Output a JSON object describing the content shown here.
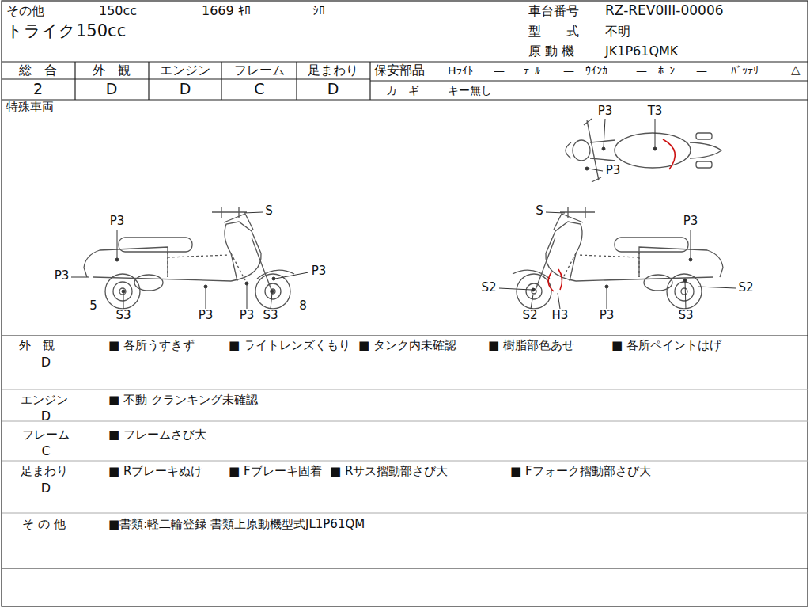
{
  "diagram": {
    "labels": [
      "その他",
      "150cc",
      "1669 ｷﾛ",
      "ｼﾛ",
      "トライク150cc",
      "車台番号",
      "RZ-REV0III-00006",
      "型　　式",
      "不明",
      "原 動 機",
      "JK1P61QMK",
      "総　合",
      "2",
      "外　観",
      "D",
      "エンジン",
      "D",
      "フレーム",
      "C",
      "足まわり",
      "D",
      "保安部品",
      "Hﾗｲﾄ",
      "—",
      "ﾃｰﾙ",
      "—",
      "ｳｲﾝｶｰ",
      "—",
      "ﾎｰﾝ",
      "—",
      "ﾊﾞｯﾃﾘｰ",
      "△",
      "カ　ギ",
      "キー無し",
      "特殊車両",
      "P3",
      "T3",
      "P3",
      "S",
      "P3",
      "P3",
      "P3",
      "5",
      "S3",
      "P3",
      "P3",
      "S3",
      "8",
      "S",
      "P3",
      "S2",
      "S2",
      "S2",
      "H3",
      "P3",
      "S3",
      "外　観",
      "D",
      "■ 各所うすきず",
      "■ ライトレンズくもり",
      "■ タンク内未確認",
      "■ 樹脂部色あせ",
      "■ 各所ペイントはげ",
      "エンジン",
      "D",
      "■ 不動 クランキング未確認",
      "フレーム",
      "C",
      "■ フレームさび大",
      "足まわり",
      "D",
      "■ Rブレーキぬけ",
      "■ Fブレーキ固着",
      "■ Rサス摺動部さび大",
      "■ Fフォーク摺動部さび大",
      "そ の 他",
      "■書類:軽二輪登録 書類上原動機型式JL1P61QM"
    ]
  }
}
